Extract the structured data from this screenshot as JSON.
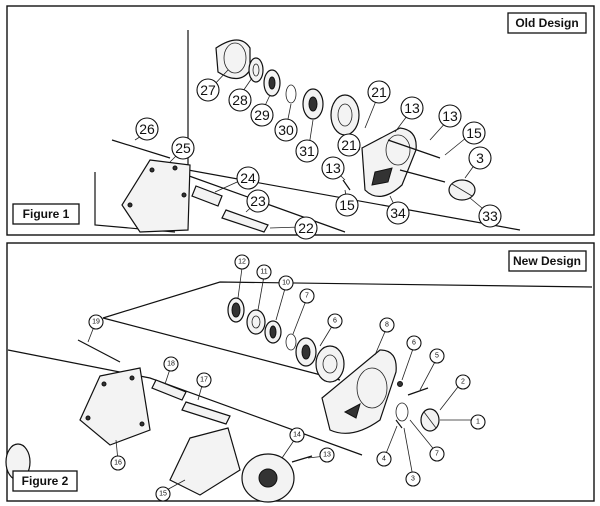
{
  "figure1": {
    "design_label": "Old Design",
    "figure_label": "Figure 1",
    "callouts": [
      "27",
      "28",
      "29",
      "30",
      "31",
      "21",
      "13",
      "13",
      "15",
      "26",
      "25",
      "24",
      "23",
      "22",
      "13",
      "21",
      "3",
      "15",
      "34",
      "33"
    ]
  },
  "figure2": {
    "design_label": "New Design",
    "figure_label": "Figure 2",
    "callouts": [
      "12",
      "11",
      "10",
      "7",
      "6",
      "8",
      "6",
      "5",
      "2",
      "1",
      "19",
      "18",
      "17",
      "16",
      "14",
      "13",
      "15",
      "4",
      "7",
      "3"
    ]
  }
}
